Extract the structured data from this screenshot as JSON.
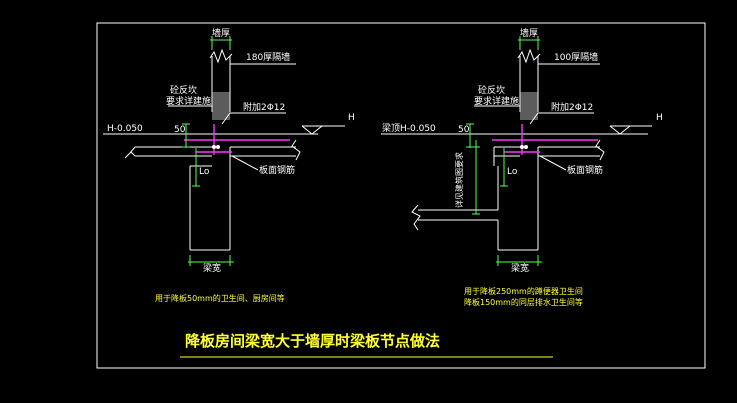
{
  "colors": {
    "background": "#000000",
    "frame": "#ffffff",
    "line": "#ffffff",
    "rebar": "#ff33ff",
    "dimension": "#55ff55",
    "title": "#ffff33",
    "insulation": "#cccccc"
  },
  "title": "降板房间梁宽大于墙厚时梁板节点做法",
  "left": {
    "wall_thickness": "墙厚",
    "partition": "180厚隔墙",
    "concrete_upturn_1": "砼反坎",
    "concrete_upturn_2": "要求详建施",
    "added_rebar": "附加2Φ12",
    "level": "H-0.050",
    "level_h": "H",
    "dim_50": "50",
    "dim_lo": "Lo",
    "slab_rebar": "板面钢筋",
    "beam_width": "梁宽",
    "note": "用于降板50mm的卫生间、厨房间等"
  },
  "right": {
    "wall_thickness": "墙厚",
    "partition": "100厚隔墙",
    "concrete_upturn_1": "砼反坎",
    "concrete_upturn_2": "要求详建施",
    "added_rebar": "附加2Φ12",
    "level": "梁顶H-0.050",
    "level_h": "H",
    "dim_50": "50",
    "dim_lo": "Lo",
    "slab_rebar": "板面钢筋",
    "drop_dim": "详见建筑图要求",
    "beam_width": "梁宽",
    "note_1": "用于降板250mm的蹲便器卫生间",
    "note_2": "降板150mm的同层排水卫生间等"
  }
}
